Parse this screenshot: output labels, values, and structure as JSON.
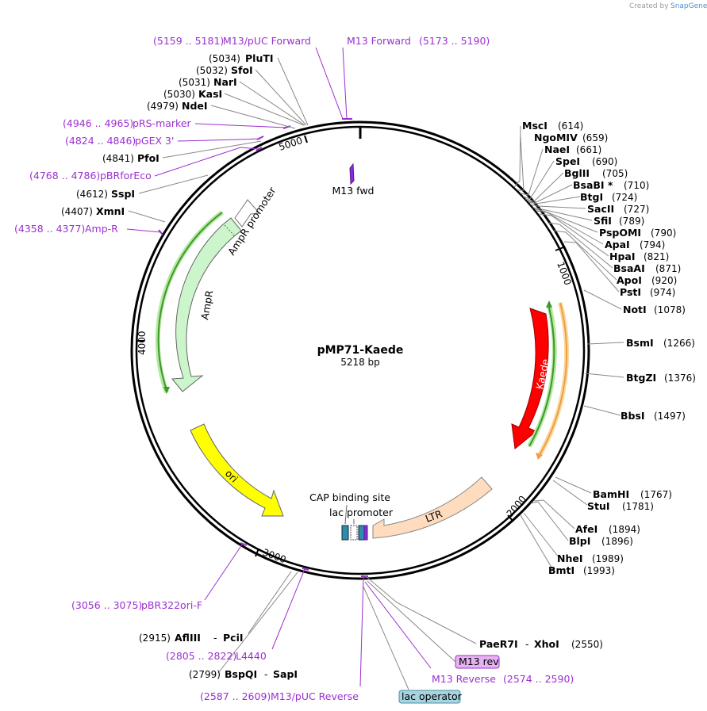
{
  "credit": {
    "text": "Created by",
    "brand": "SnapGene"
  },
  "plasmid": {
    "name": "pMP71-Kaede",
    "length_label": "5218 bp"
  },
  "ticks": [
    "1000",
    "2000",
    "3000",
    "4000",
    "5000"
  ],
  "features": {
    "ampr_promoter": "AmpR promoter",
    "ampr": "AmpR",
    "ori": "ori",
    "kaede": "Kaede",
    "ltr": "LTR",
    "cap_site": "CAP binding site",
    "lac_promoter": "lac promoter",
    "m13_fwd": "M13 fwd"
  },
  "labels_right": [
    {
      "name": "MscI",
      "pos": "(614)"
    },
    {
      "name": "NgoMIV",
      "pos": "(659)"
    },
    {
      "name": "NaeI",
      "pos": "(661)"
    },
    {
      "name": "SpeI",
      "pos": "(690)"
    },
    {
      "name": "BglII",
      "pos": "(705)"
    },
    {
      "name": "BsaBI *",
      "pos": "(710)"
    },
    {
      "name": "BtgI",
      "pos": "(724)"
    },
    {
      "name": "SacII",
      "pos": "(727)"
    },
    {
      "name": "SfiI",
      "pos": "(789)"
    },
    {
      "name": "PspOMI",
      "pos": "(790)"
    },
    {
      "name": "ApaI",
      "pos": "(794)"
    },
    {
      "name": "HpaI",
      "pos": "(821)"
    },
    {
      "name": "BsaAI",
      "pos": "(871)"
    },
    {
      "name": "ApoI",
      "pos": "(920)"
    },
    {
      "name": "PstI",
      "pos": "(974)"
    },
    {
      "name": "NotI",
      "pos": "(1078)"
    },
    {
      "name": "BsmI",
      "pos": "(1266)"
    },
    {
      "name": "BtgZI",
      "pos": "(1376)"
    },
    {
      "name": "BbsI",
      "pos": "(1497)"
    },
    {
      "name": "BamHI",
      "pos": "(1767)"
    },
    {
      "name": "StuI",
      "pos": "(1781)"
    },
    {
      "name": "AfeI",
      "pos": "(1894)"
    },
    {
      "name": "BlpI",
      "pos": "(1896)"
    },
    {
      "name": "NheI",
      "pos": "(1989)"
    },
    {
      "name": "BmtI",
      "pos": "(1993)"
    }
  ],
  "labels_left": [
    {
      "name": "PluTI",
      "pos": "(5034)"
    },
    {
      "name": "SfoI",
      "pos": "(5032)"
    },
    {
      "name": "NarI",
      "pos": "(5031)"
    },
    {
      "name": "KasI",
      "pos": "(5030)"
    },
    {
      "name": "NdeI",
      "pos": "(4979)"
    },
    {
      "name": "PfoI",
      "pos": "(4841)"
    },
    {
      "name": "SspI",
      "pos": "(4612)"
    },
    {
      "name": "XmnI",
      "pos": "(4407)"
    }
  ],
  "primers": {
    "m13_puc_forward": {
      "range": "(5159 .. 5181)",
      "name": "M13/pUC Forward"
    },
    "m13_forward": {
      "name": "M13 Forward",
      "range": "(5173 .. 5190)"
    },
    "prs_marker": {
      "range": "(4946 .. 4965)",
      "name": "pRS-marker"
    },
    "pgex3": {
      "range": "(4824 .. 4846)",
      "name": "pGEX 3'"
    },
    "pbrforeco": {
      "range": "(4768 .. 4786)",
      "name": "pBRforEco"
    },
    "amp_r": {
      "range": "(4358 .. 4377)",
      "name": "Amp-R"
    },
    "pbr322ori_f": {
      "range": "(3056 .. 3075)",
      "name": "pBR322ori-F"
    },
    "l4440": {
      "range": "(2805 .. 2822)",
      "name": "L4440"
    },
    "m13_puc_reverse": {
      "range": "(2587 .. 2609)",
      "name": "M13/pUC Reverse"
    },
    "m13_reverse": {
      "name": "M13 Reverse",
      "range": "(2574 .. 2590)"
    }
  },
  "bottom_enzymes": {
    "afliii": {
      "pos": "(2915)",
      "name1": "AflIII",
      "dash": "-",
      "name2": "PciI"
    },
    "bspqi": {
      "pos": "(2799)",
      "name1": "BspQI",
      "dash": "-",
      "name2": "SapI"
    },
    "paer7i": {
      "name1": "PaeR7I",
      "dash": "-",
      "name2": "XhoI",
      "pos": "(2550)"
    }
  },
  "boxed": {
    "m13_rev": "M13 rev",
    "lac_operator": "lac operator"
  },
  "colors": {
    "primer": "#9b30d0",
    "ampr_fill": "#ccf5cc",
    "ori_fill": "#ffff00",
    "kaede_fill": "#ff0000",
    "ltr_fill": "#ffdcbe",
    "orange_arrow": "#e8a04a",
    "green_arrow": "#3a9a2a"
  }
}
